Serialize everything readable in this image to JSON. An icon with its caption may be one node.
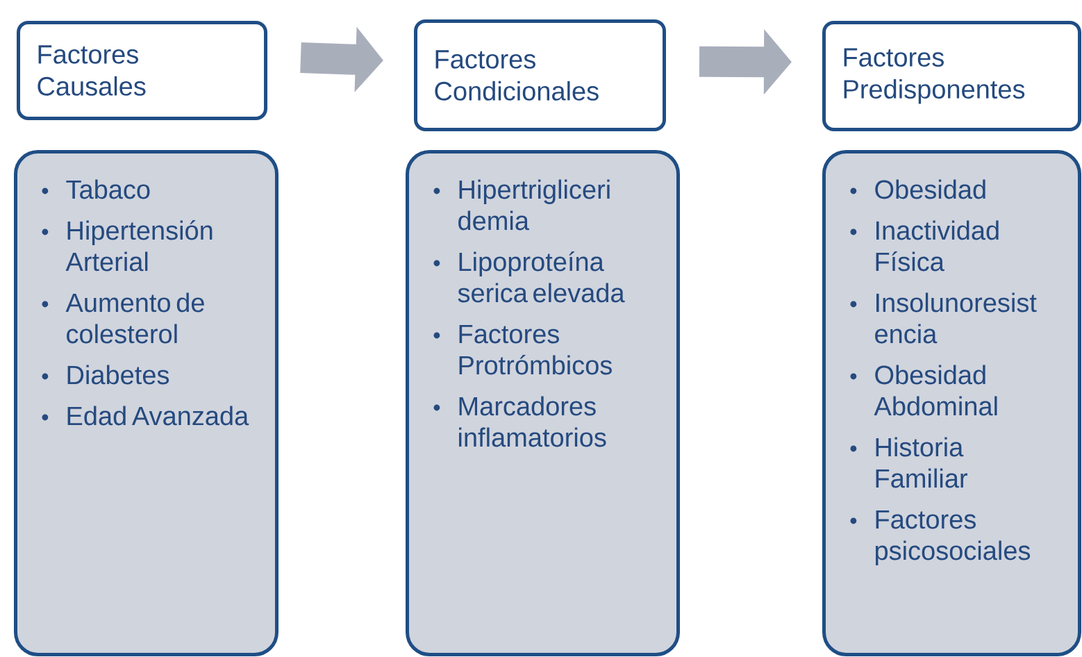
{
  "diagram": {
    "nodes": [
      {
        "text": [
          "Factores Causales"
        ]
      },
      {
        "text": [
          "Factores Condicionales"
        ]
      },
      {
        "text": [
          "Factores Predisponentes"
        ]
      },
      {
        "text": [
          "Tabaco",
          "Hipertensión Arterial",
          "Aumento de colesterol",
          "Diabetes",
          "Edad Avanzada"
        ]
      },
      {
        "text": [
          "Hipertrigliceri demia",
          "Lipoproteína serica elevada",
          "Factores Protrómbicos",
          "Marcadores inflamatorios"
        ]
      },
      {
        "text": [
          "Obesidad",
          "Inactividad Física",
          "Insolunoresist encia",
          "Obesidad Abdominal",
          "Historia Familiar",
          "Factores psicosociales"
        ]
      }
    ],
    "edges": [
      {
        "from": 0,
        "to": 1,
        "arrow": "to"
      },
      {
        "from": 1,
        "to": 2,
        "arrow": "to"
      }
    ]
  }
}
